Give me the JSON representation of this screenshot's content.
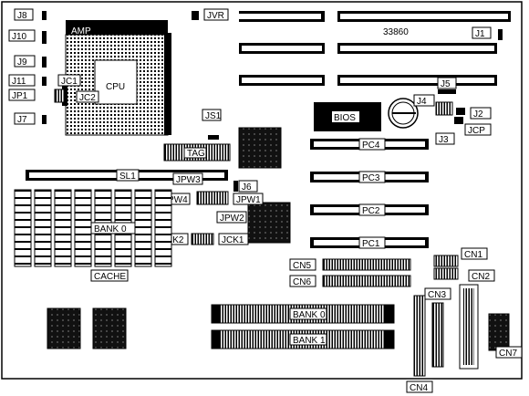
{
  "board_id": "33860",
  "cpu": {
    "brand": "AMP",
    "label": "CPU"
  },
  "bios": "BIOS",
  "sl1": "SL1",
  "tag": "TAG",
  "cache": "CACHE",
  "bank_cache": "BANK 0",
  "simm_banks": [
    "BANK 0",
    "BANK 1"
  ],
  "pci_slots": [
    "PC4",
    "PC3",
    "PC2",
    "PC1"
  ],
  "jumpers": {
    "j8": "J8",
    "j10": "J10",
    "j9": "J9",
    "j11": "J11",
    "jp1": "JP1",
    "jc1": "JC1",
    "jc2": "JC2",
    "j7": "J7",
    "jvr": "JVR",
    "j1": "J1",
    "js1": "JS1",
    "j5": "J5",
    "j4": "J4",
    "j2": "J2",
    "j3": "J3",
    "jcp": "JCP",
    "jpw3": "JPW3",
    "jpw4": "JPW4",
    "jpw1": "JPW1",
    "jpw2": "JPW2",
    "j6": "J6",
    "jck2": "JCK2",
    "jck1": "JCK1"
  },
  "connectors": {
    "cn1": "CN1",
    "cn2": "CN2",
    "cn3": "CN3",
    "cn4": "CN4",
    "cn5": "CN5",
    "cn6": "CN6",
    "cn7": "CN7"
  }
}
